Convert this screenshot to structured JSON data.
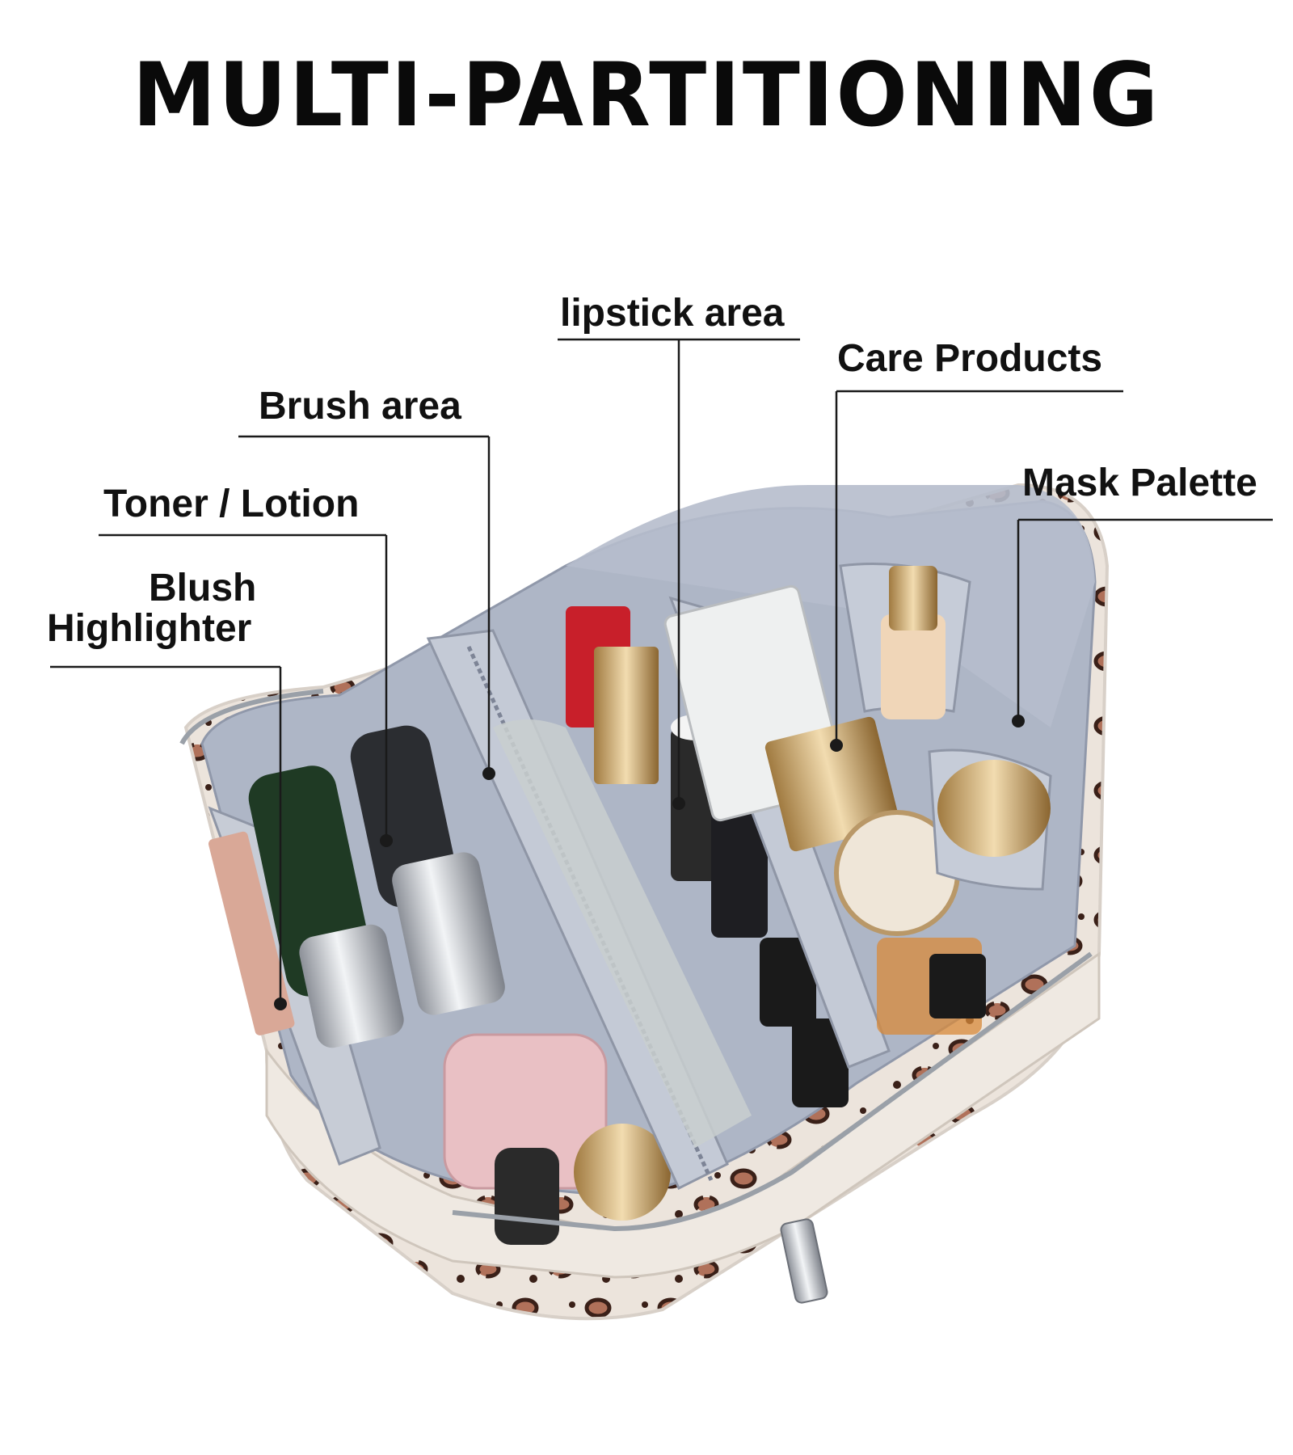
{
  "title": "MULTI-PARTITIONING",
  "labels": {
    "lipstick_area": "lipstick area",
    "care_products": "Care Products",
    "brush_area": "Brush area",
    "mask_palette": "Mask Palette",
    "toner_lotion": "Toner / Lotion",
    "blush": "Blush",
    "highlighter": "Highlighter"
  },
  "colors": {
    "lining": "#aeb6c6",
    "divider": "#c4cad6",
    "leopard_base": "#ece4dc",
    "leopard_spot": "#6b3a2a",
    "leader_line": "#1a1a1a"
  }
}
